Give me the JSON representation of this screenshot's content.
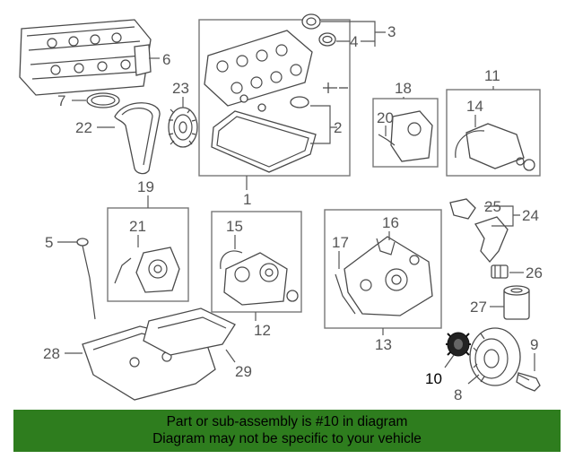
{
  "callouts": {
    "c1": "1",
    "c2": "2",
    "c3": "3",
    "c4": "4",
    "c5": "5",
    "c6": "6",
    "c7": "7",
    "c8": "8",
    "c9": "9",
    "c10": "10",
    "c11": "11",
    "c12": "12",
    "c13": "13",
    "c14": "14",
    "c15": "15",
    "c16": "16",
    "c17": "17",
    "c18": "18",
    "c19": "19",
    "c20": "20",
    "c21": "21",
    "c22": "22",
    "c23": "23",
    "c24": "24",
    "c25": "25",
    "c26": "26",
    "c27": "27",
    "c28": "28",
    "c29": "29"
  },
  "highlighted_part": "10",
  "banner": {
    "line1": "Part or sub-assembly is #10 in diagram",
    "line2": "Diagram may not be specific to your vehicle",
    "color": "#2e7d1e"
  }
}
